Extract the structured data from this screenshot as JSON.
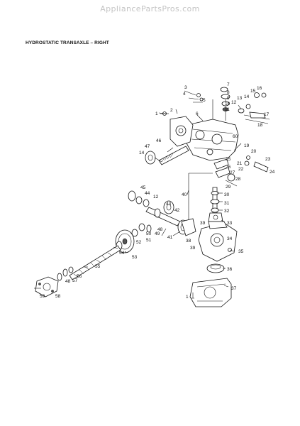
{
  "watermark": "AppliancePartsPros.com",
  "title": "HYDROSTATIC TRANSAXLE – RIGHT",
  "callouts": [
    "1",
    "2",
    "3",
    "4",
    "5",
    "6",
    "7",
    "8",
    "9",
    "10",
    "11",
    "12",
    "13",
    "14",
    "15",
    "16",
    "17",
    "18",
    "19",
    "20",
    "21",
    "22",
    "23",
    "24",
    "25",
    "26",
    "27",
    "28",
    "29",
    "30",
    "31",
    "32",
    "33",
    "34",
    "35",
    "36",
    "37",
    "38",
    "39",
    "40",
    "41",
    "42",
    "43",
    "44",
    "45",
    "46",
    "47",
    "48",
    "49",
    "50",
    "51",
    "52",
    "53",
    "54",
    "55",
    "56",
    "57",
    "58",
    "59",
    "60"
  ]
}
